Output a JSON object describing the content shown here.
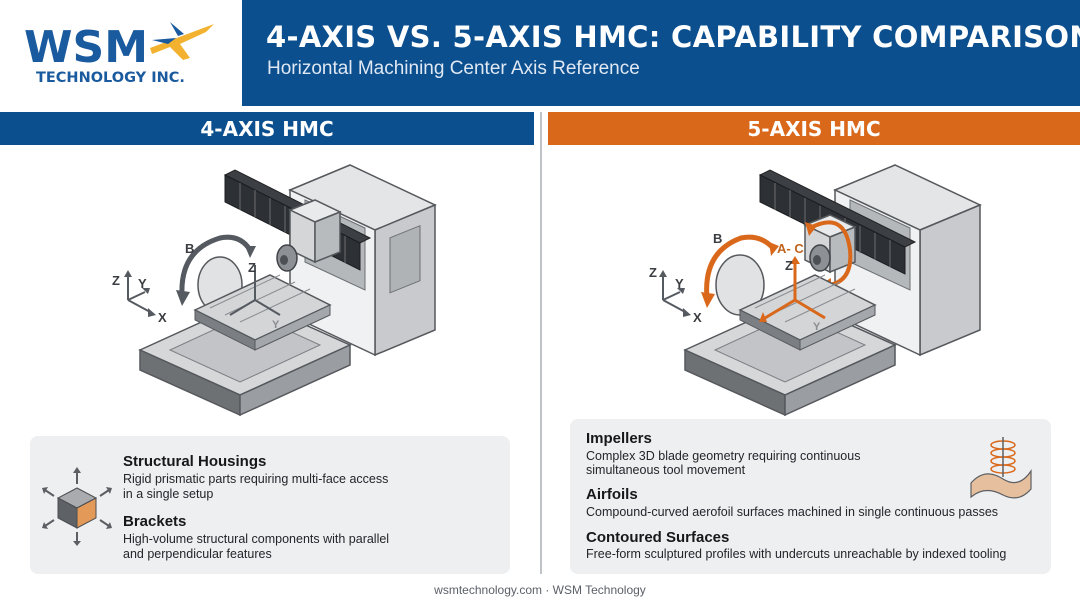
{
  "logo": {
    "wordmark": "WSM",
    "company": "TECHNOLOGY INC.",
    "colors": {
      "blue": "#1a5a9e",
      "gold": "#f2b22f"
    }
  },
  "header": {
    "title": "4-AXIS VS. 5-AXIS HMC: CAPABILITY COMPARISON",
    "subtitle": "Horizontal Machining Center Axis Reference",
    "color": "#0b4f8f"
  },
  "left_panel": {
    "title": "4-AXIS HMC",
    "color": "#0b4f8f",
    "axis_labels": {
      "b": "B",
      "z_table": "Z",
      "y_table": "Y",
      "z": "Z",
      "y": "Y",
      "x": "X"
    },
    "items": [
      {
        "title": "Structural Housings",
        "desc_line1": "Rigid prismatic parts requiring multi-face access",
        "desc_line2": "in a single setup"
      },
      {
        "title": "Brackets",
        "desc_line1": "High-volume structural components with parallel",
        "desc_line2": "and perpendicular features"
      }
    ],
    "icon": "multi-face-cube-icon"
  },
  "right_panel": {
    "title": "5-AXIS HMC",
    "color": "#d9681b",
    "axis_labels": {
      "b": "B",
      "ac": "A- C",
      "z_table": "Z",
      "y_table": "Y",
      "z": "Z",
      "y": "Y",
      "x": "X"
    },
    "items": [
      {
        "title": "Impellers",
        "desc_line1": "Complex 3D blade geometry requiring continuous",
        "desc_line2": "simultaneous tool movement"
      },
      {
        "title": "Airfoils",
        "desc_line1": "Compound-curved aerofoil surfaces machined in single continuous passes"
      },
      {
        "title": "Contoured Surfaces",
        "desc_line1": "Free-form sculptured profiles with undercuts unreachable by indexed tooling"
      }
    ],
    "icon": "contoured-surface-icon"
  },
  "footer": {
    "text": "wsmtechnology.com · WSM Technology"
  }
}
